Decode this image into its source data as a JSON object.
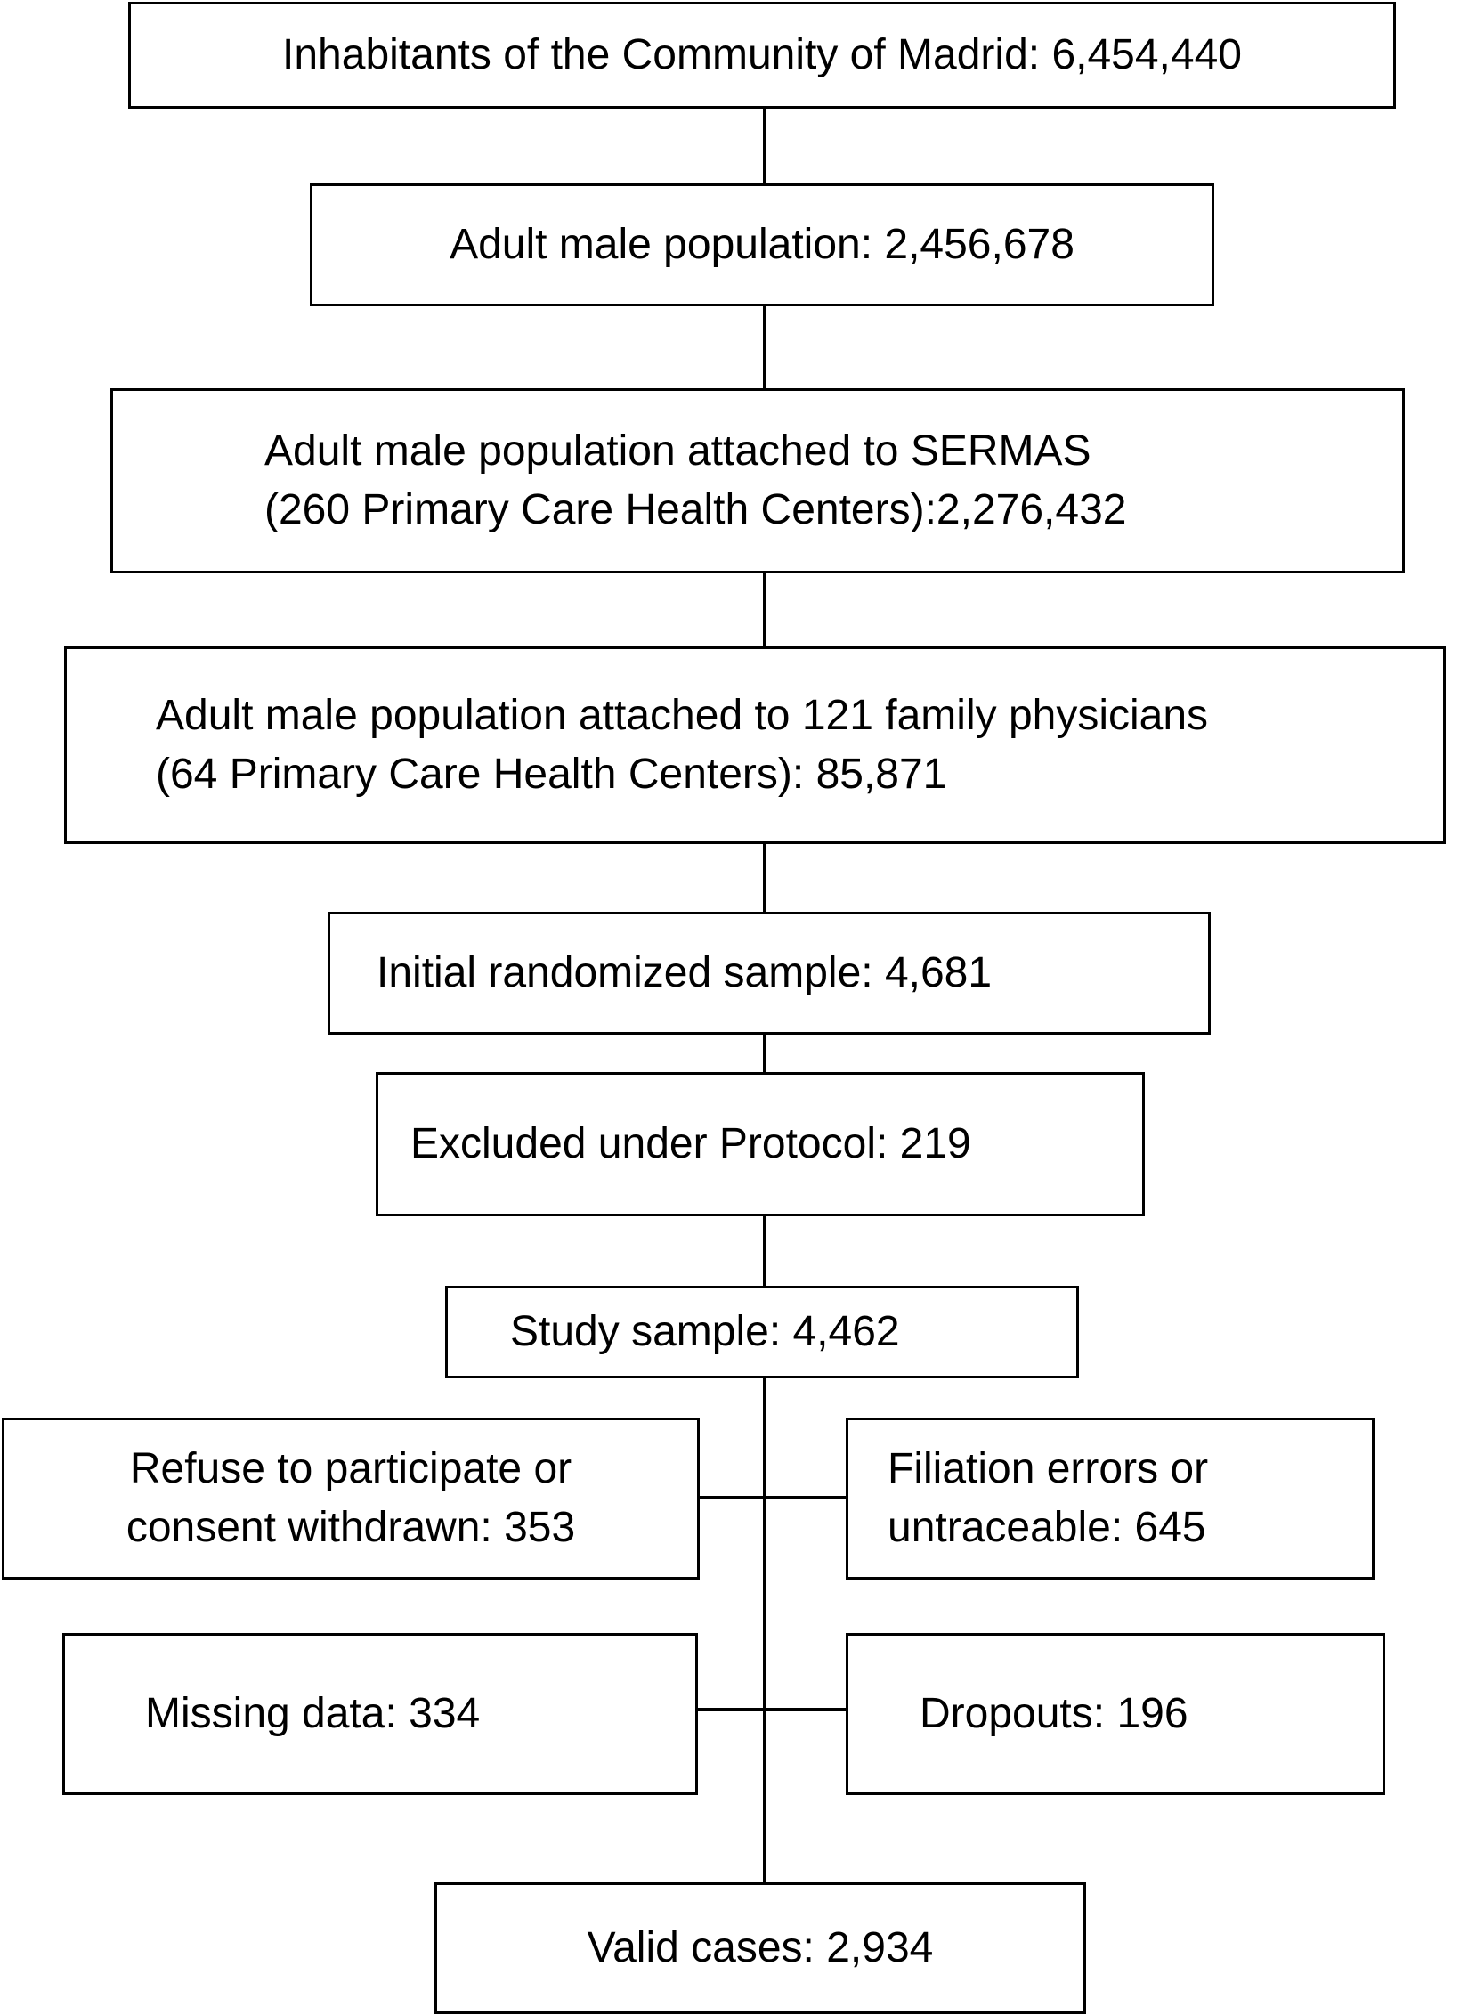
{
  "flowchart": {
    "inhabitants": "Inhabitants of the Community of Madrid: 6,454,440",
    "adult_male": "Adult male population: 2,456,678",
    "sermas": {
      "line1": "Adult male population attached to SERMAS",
      "line2": "(260 Primary Care Health Centers):2,276,432"
    },
    "physicians": {
      "line1": "Adult male population attached to 121 family physicians",
      "line2": "(64 Primary Care Health Centers): 85,871"
    },
    "initial_sample": "Initial randomized sample: 4,681",
    "excluded": "Excluded under Protocol: 219",
    "study_sample": "Study sample: 4,462",
    "refuse": {
      "line1": "Refuse to participate or",
      "line2": "consent withdrawn: 353"
    },
    "filiation": {
      "line1": "Filiation errors or",
      "line2": "untraceable: 645"
    },
    "missing": "Missing data: 334",
    "dropouts": "Dropouts: 196",
    "valid": "Valid cases: 2,934"
  }
}
